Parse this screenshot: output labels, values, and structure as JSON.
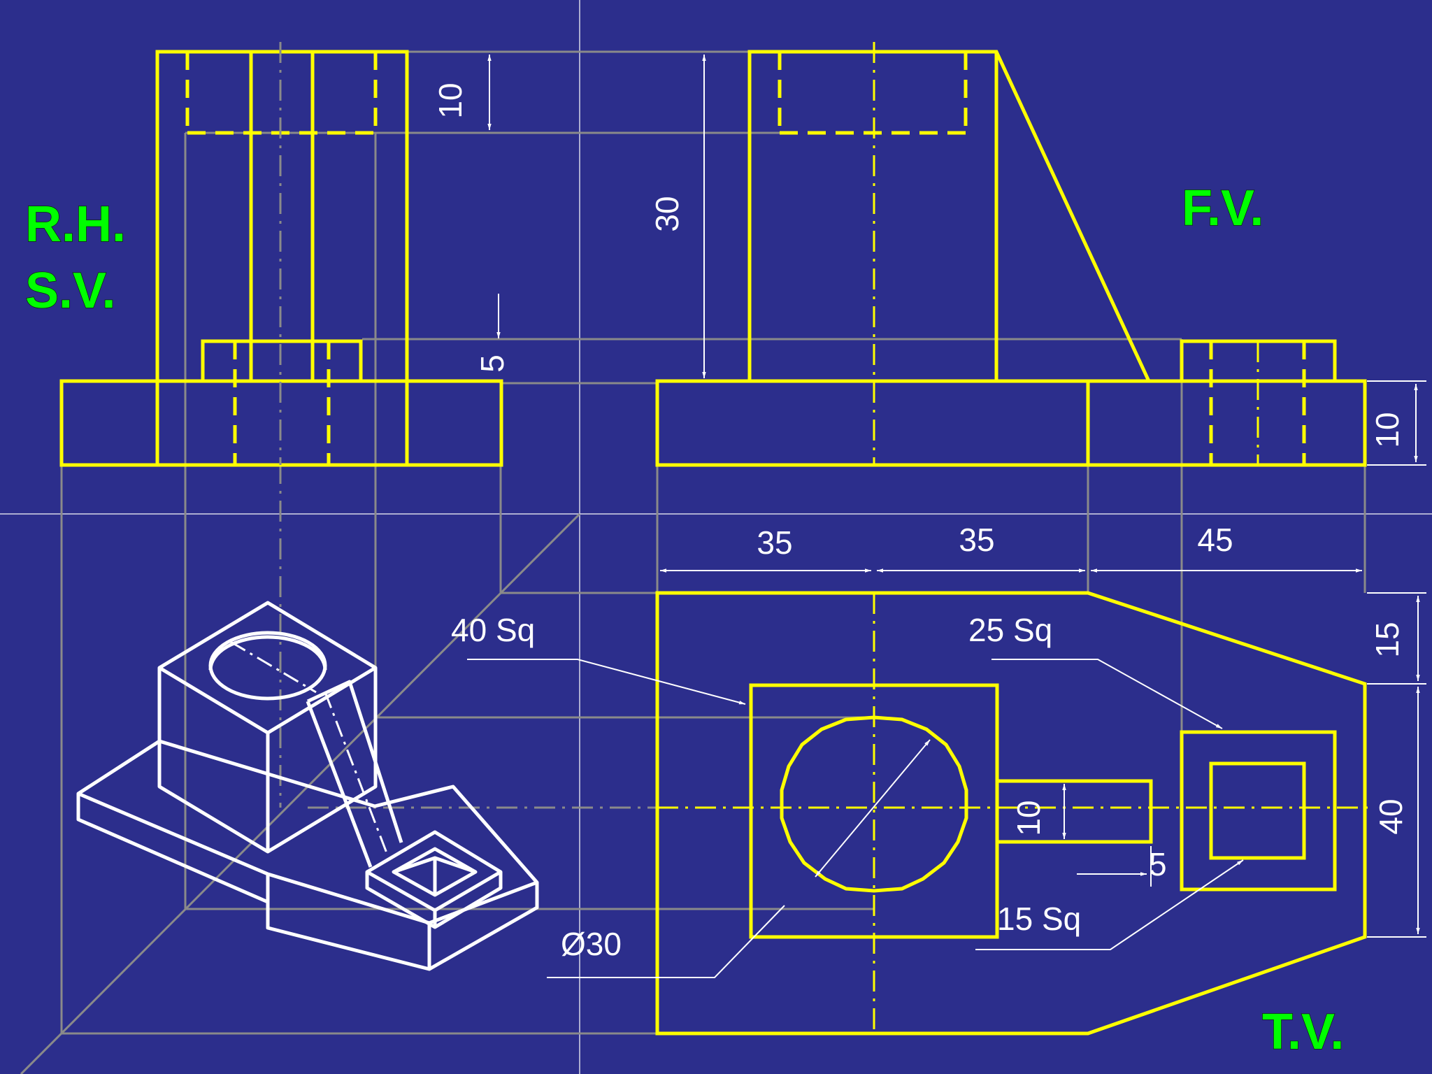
{
  "views": {
    "side_view": {
      "line1": "R.H.",
      "line2": "S.V."
    },
    "front_view": "F.V.",
    "top_view": "T.V."
  },
  "dimensions": {
    "boss_height": "10",
    "total_height": "30",
    "step": "5",
    "base_thickness": "10",
    "len_a": "35",
    "len_b": "35",
    "len_c": "45",
    "depth_front": "15",
    "depth_main": "40",
    "slot_width": "10",
    "slot_gap": "5",
    "block_square": "40 Sq",
    "boss_square": "25 Sq",
    "hole_square": "15 Sq",
    "hole_diameter": "Ø30"
  },
  "colors": {
    "background": "#2c2e8c",
    "object_lines": "#ffff00",
    "projection_lines": "#8a8a8a",
    "view_labels": "#00ff00",
    "dimension_text": "#ffffff"
  }
}
